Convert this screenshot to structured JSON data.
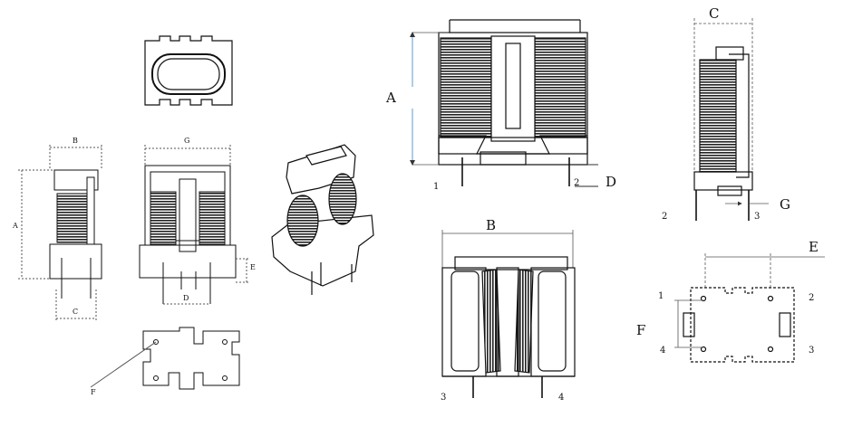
{
  "labels": {
    "left_width_B": "B",
    "left_height_A": "A",
    "left_pin_spacing_C": "C",
    "left_width_G": "G",
    "left_pin_spacing_D": "D",
    "left_pin_length_E": "E",
    "left_pin_hole_F": "F",
    "side_height_A": "A",
    "side_pin_1": "1",
    "side_pin_2": "2",
    "side_pin_len_D": "D",
    "front_width_B": "B",
    "front_pin_3": "3",
    "front_pin_4": "4",
    "right_depth_C": "C",
    "right_pin_2": "2",
    "right_pin_3": "3",
    "right_pin_G": "G",
    "foot_pitch_E": "E",
    "foot_pitch_F": "F",
    "foot_pin_1": "1",
    "foot_pin_2": "2",
    "foot_pin_3": "3",
    "foot_pin_4": "4"
  },
  "colors": {
    "line": "#111111",
    "dim_line": "#555555",
    "accent_dim": "#5b9bd5",
    "hatch_fill": "#2a2a2a",
    "background": "#ffffff"
  }
}
